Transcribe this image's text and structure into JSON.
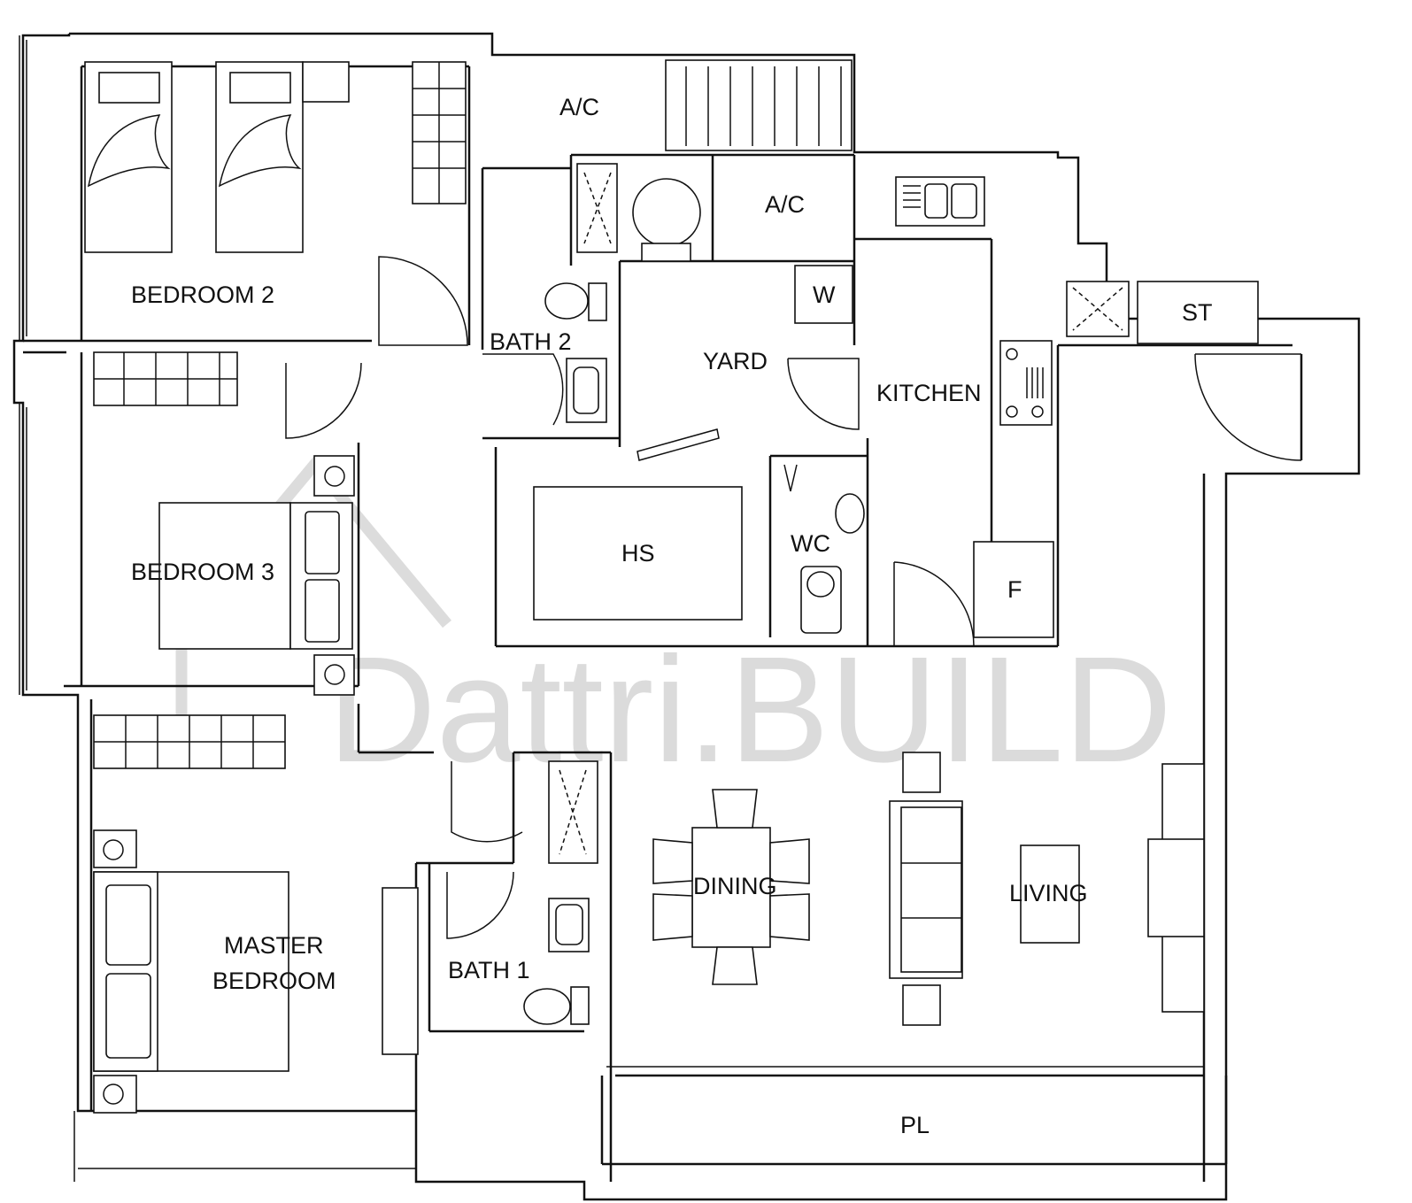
{
  "plan": {
    "rooms": {
      "bedroom2": "BEDROOM 2",
      "bedroom3": "BEDROOM 3",
      "master_line1": "MASTER",
      "master_line2": "BEDROOM",
      "bath2": "BATH 2",
      "bath1": "BATH 1",
      "yard": "YARD",
      "kitchen": "KITCHEN",
      "hs": "HS",
      "wc": "WC",
      "ac_top": "A/C",
      "ac_mid": "A/C",
      "w": "W",
      "st": "ST",
      "f": "F",
      "dining": "DINING",
      "living": "LIVING",
      "pl": "PL"
    },
    "watermark": "Dattri.BUILD"
  }
}
